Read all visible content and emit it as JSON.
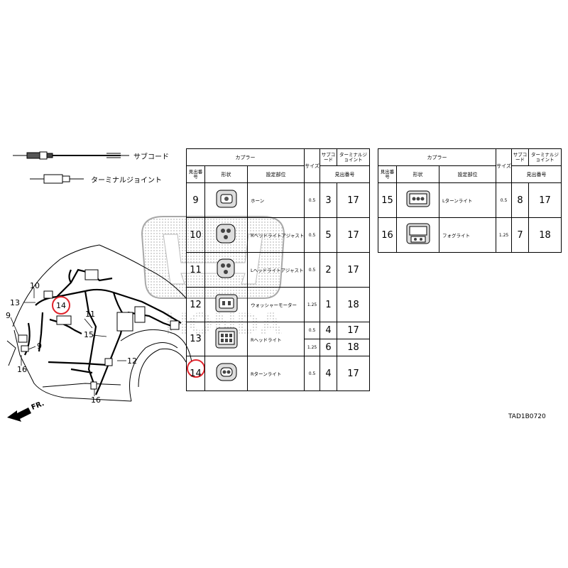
{
  "legend": {
    "sub_cord": "サブコード",
    "terminal_joint": "ターミナルジョイント"
  },
  "headers": {
    "coupler": "カプラー",
    "ref_no": "見出番号",
    "shape": "形状",
    "location": "設定部位",
    "size": "サイズ",
    "sub_cord": "サブコード",
    "terminal_joint": "ターミナルジョイント",
    "ref_no_short": "見出番号"
  },
  "table_left": [
    {
      "no": "9",
      "location": "ホーン",
      "size": "0.5",
      "sub": "3",
      "tj": "17"
    },
    {
      "no": "10",
      "location": "Rヘッドライトアジャスト",
      "size": "0.5",
      "sub": "5",
      "tj": "17"
    },
    {
      "no": "11",
      "location": "Lヘッドライトアジャスト",
      "size": "0.5",
      "sub": "2",
      "tj": "17"
    },
    {
      "no": "12",
      "location": "ウォッシャーモーター",
      "size": "1.25",
      "sub": "1",
      "tj": "18"
    },
    {
      "no": "13",
      "location": "Rヘッドライト",
      "rows": [
        {
          "size": "0.5",
          "sub": "4",
          "tj": "17"
        },
        {
          "size": "1.25",
          "sub": "6",
          "tj": "18"
        }
      ]
    },
    {
      "no": "14",
      "location": "Rターンライト",
      "size": "0.5",
      "sub": "4",
      "tj": "17"
    }
  ],
  "table_right": [
    {
      "no": "15",
      "location": "Lターンライト",
      "size": "0.5",
      "sub": "8",
      "tj": "17"
    },
    {
      "no": "16",
      "location": "フォグライト",
      "size": "1.25",
      "sub": "7",
      "tj": "18"
    }
  ],
  "callouts": [
    "13",
    "10",
    "14",
    "9",
    "11",
    "15",
    "9",
    "12",
    "16",
    "16"
  ],
  "direction": "FR.",
  "part_code": "TAD1B0720",
  "colors": {
    "highlight": "#e0242c",
    "line": "#000000"
  }
}
